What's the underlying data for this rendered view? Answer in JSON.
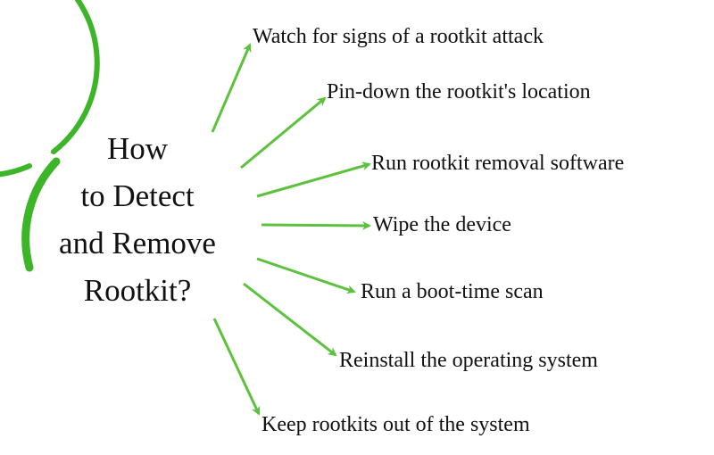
{
  "title": {
    "lines": [
      "How",
      "to Detect",
      "and Remove",
      "Rootkit?"
    ]
  },
  "items": [
    "Watch for signs of a rootkit attack",
    "Pin-down the rootkit's location",
    "Run rootkit removal software",
    "Wipe the device",
    "Run a boot-time scan",
    "Reinstall the operating system",
    "Keep rootkits out of the system"
  ],
  "colors": {
    "circle": "#3cb528",
    "arrow": "#5cc13c",
    "text": "#111111"
  }
}
